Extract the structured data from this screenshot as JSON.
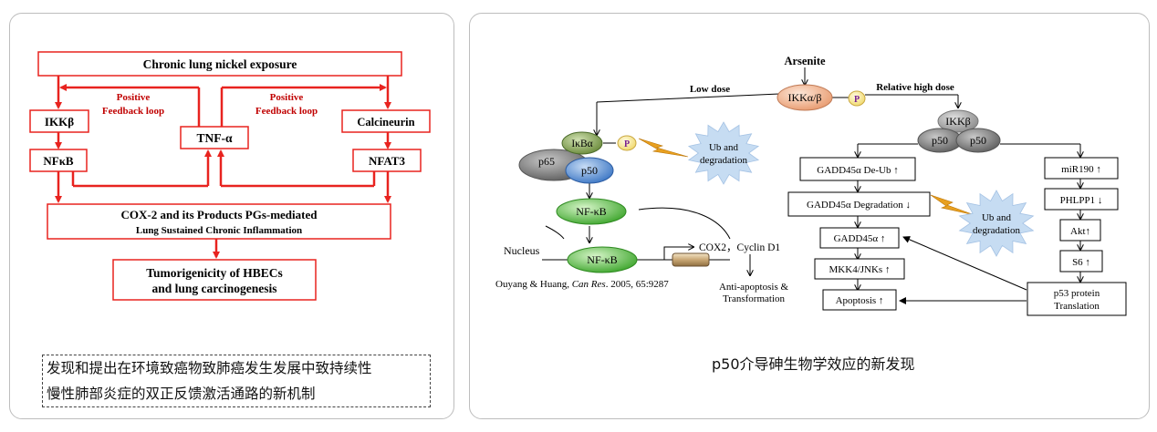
{
  "left": {
    "top_box": "Chronic lung nickel exposure",
    "feedback_left": [
      "Positive",
      "Feedback loop"
    ],
    "feedback_right": [
      "Positive",
      "Feedback loop"
    ],
    "ikkb": "IKKβ",
    "tnf": "TNF-α",
    "calcineurin": "Calcineurin",
    "nfkb": "NFκB",
    "nfat3": "NFAT3",
    "cox_line1": "COX-2 and its Products PGs-mediated",
    "cox_line2": "Lung Sustained Chronic Inflammation",
    "tumor_line1": "Tumorigenicity of HBECs",
    "tumor_line2": "and lung carcinogenesis",
    "caption_line1": "发现和提出在环境致癌物致肺癌发生发展中致持续性",
    "caption_line2": "慢性肺部炎症的双正反馈激活通路的新机制"
  },
  "right": {
    "arsenite": "Arsenite",
    "ikk_ab": "IKKα/β",
    "p": "P",
    "low_dose": "Low dose",
    "high_dose": "Relative high dose",
    "ikba": "IκBα",
    "p65": "p65",
    "p50": "p50",
    "ub1": [
      "Ub and",
      "degradation"
    ],
    "nfkb": "NF-κB",
    "nucleus": "Nucleus",
    "cox_cyclin": "COX2，Cyclin D1",
    "anti1": "Anti-apoptosis &",
    "anti2": "Transformation",
    "citation_authors": "Ouyang & Huang, ",
    "citation_journal": "Can Res",
    "citation_rest": ". 2005, 65:9287",
    "ikkb": "IKKβ",
    "gadd_deub": "GADD45α De-Ub ↑",
    "gadd_deg": "GADD45α Degradation ↓",
    "ub2": [
      "Ub and",
      "degradation"
    ],
    "gadd_up": "GADD45α ↑",
    "mkk": "MKK4/JNKs ↑",
    "apoptosis": "Apoptosis ↑",
    "mir": "miR190 ↑",
    "phlpp": "PHLPP1 ↓",
    "akt": "Akt↑",
    "s6": "S6 ↑",
    "p53_1": "p53 protein",
    "p53_2": "Translation",
    "caption": "p50介导砷生物学效应的新发现"
  },
  "colors": {
    "red": "#e8231f",
    "darkred": "#c00000"
  }
}
